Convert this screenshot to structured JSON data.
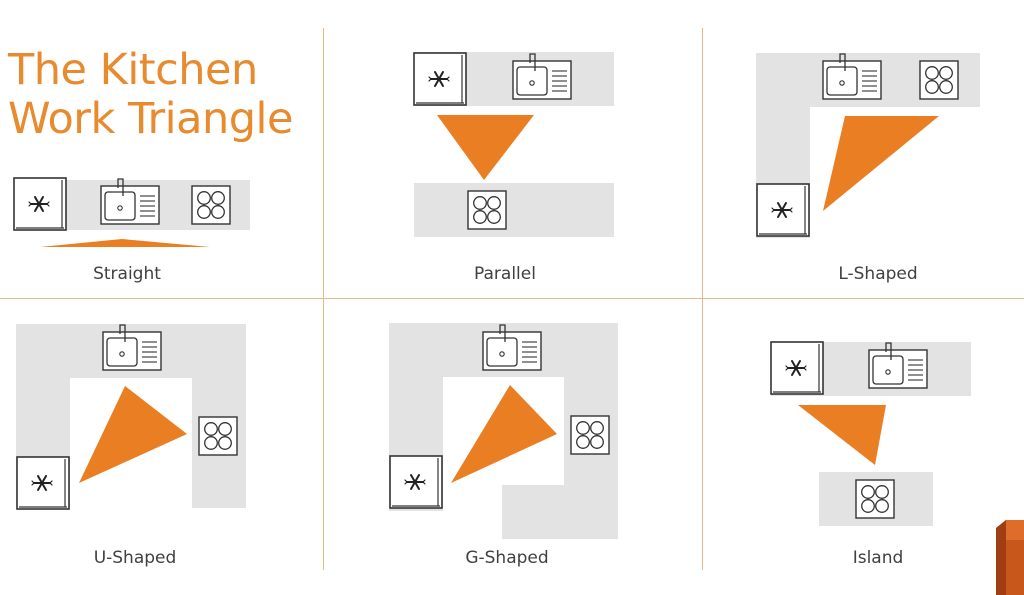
{
  "title": {
    "line1": "The Kitchen",
    "line2": "Work Triangle"
  },
  "layouts": [
    {
      "label": "Straight"
    },
    {
      "label": "Parallel"
    },
    {
      "label": "L-Shaped"
    },
    {
      "label": "U-Shaped"
    },
    {
      "label": "G-Shaped"
    },
    {
      "label": "Island"
    }
  ],
  "colors": {
    "accent": "#e97e23",
    "title": "#e88a2e",
    "counter": "#e3e3e3",
    "outline": "#333333",
    "divider": "#e9b989"
  }
}
